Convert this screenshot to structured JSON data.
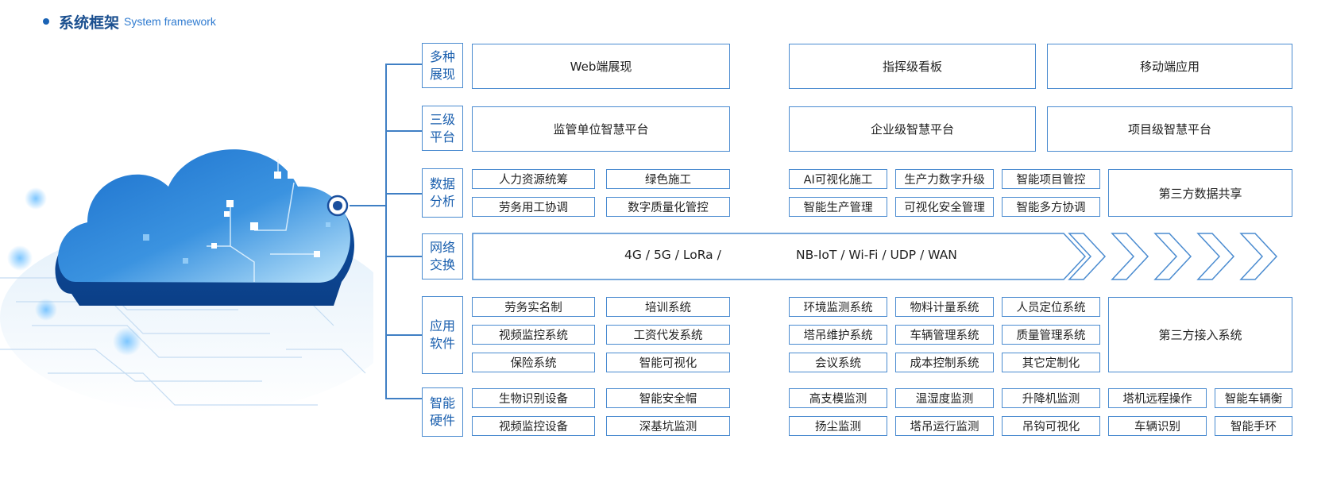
{
  "header": {
    "title_cn": "系统框架",
    "title_en": "System framework"
  },
  "colors": {
    "accent": "#1a63b5",
    "border": "#4a8bd0",
    "cloud_dark": "#1566c2",
    "cloud_light": "#5fb3ee"
  },
  "rows": {
    "display": {
      "label": "多种\n展现",
      "items": [
        "Web端展现",
        "指挥级看板",
        "移动端应用"
      ]
    },
    "platform": {
      "label": "三级\n平台",
      "items": [
        "监管单位智慧平台",
        "企业级智慧平台",
        "项目级智慧平台"
      ]
    },
    "analysis": {
      "label": "数据\n分析",
      "items": [
        "人力资源统筹",
        "绿色施工",
        "劳务用工协调",
        "数字质量化管控",
        "AI可视化施工",
        "生产力数字升级",
        "智能项目管控",
        "智能生产管理",
        "可视化安全管理",
        "智能多方协调",
        "第三方数据共享"
      ]
    },
    "network": {
      "label": "网络\n交换",
      "text_a": "4G / 5G / LoRa /",
      "text_b": "NB-IoT / Wi-Fi / UDP / WAN"
    },
    "software": {
      "label": "应用\n软件",
      "items": [
        "劳务实名制",
        "培训系统",
        "视频监控系统",
        "工资代发系统",
        "保险系统",
        "智能可视化",
        "环境监测系统",
        "物料计量系统",
        "人员定位系统",
        "塔吊维护系统",
        "车辆管理系统",
        "质量管理系统",
        "会议系统",
        "成本控制系统",
        "其它定制化",
        "第三方接入系统"
      ]
    },
    "hardware": {
      "label": "智能\n硬件",
      "items": [
        "生物识别设备",
        "智能安全帽",
        "视频监控设备",
        "深基坑监测",
        "高支模监测",
        "温湿度监测",
        "升降机监测",
        "塔机远程操作",
        "智能车辆衡",
        "扬尘监测",
        "塔吊运行监测",
        "吊钩可视化",
        "车辆识别",
        "智能手环"
      ]
    }
  }
}
